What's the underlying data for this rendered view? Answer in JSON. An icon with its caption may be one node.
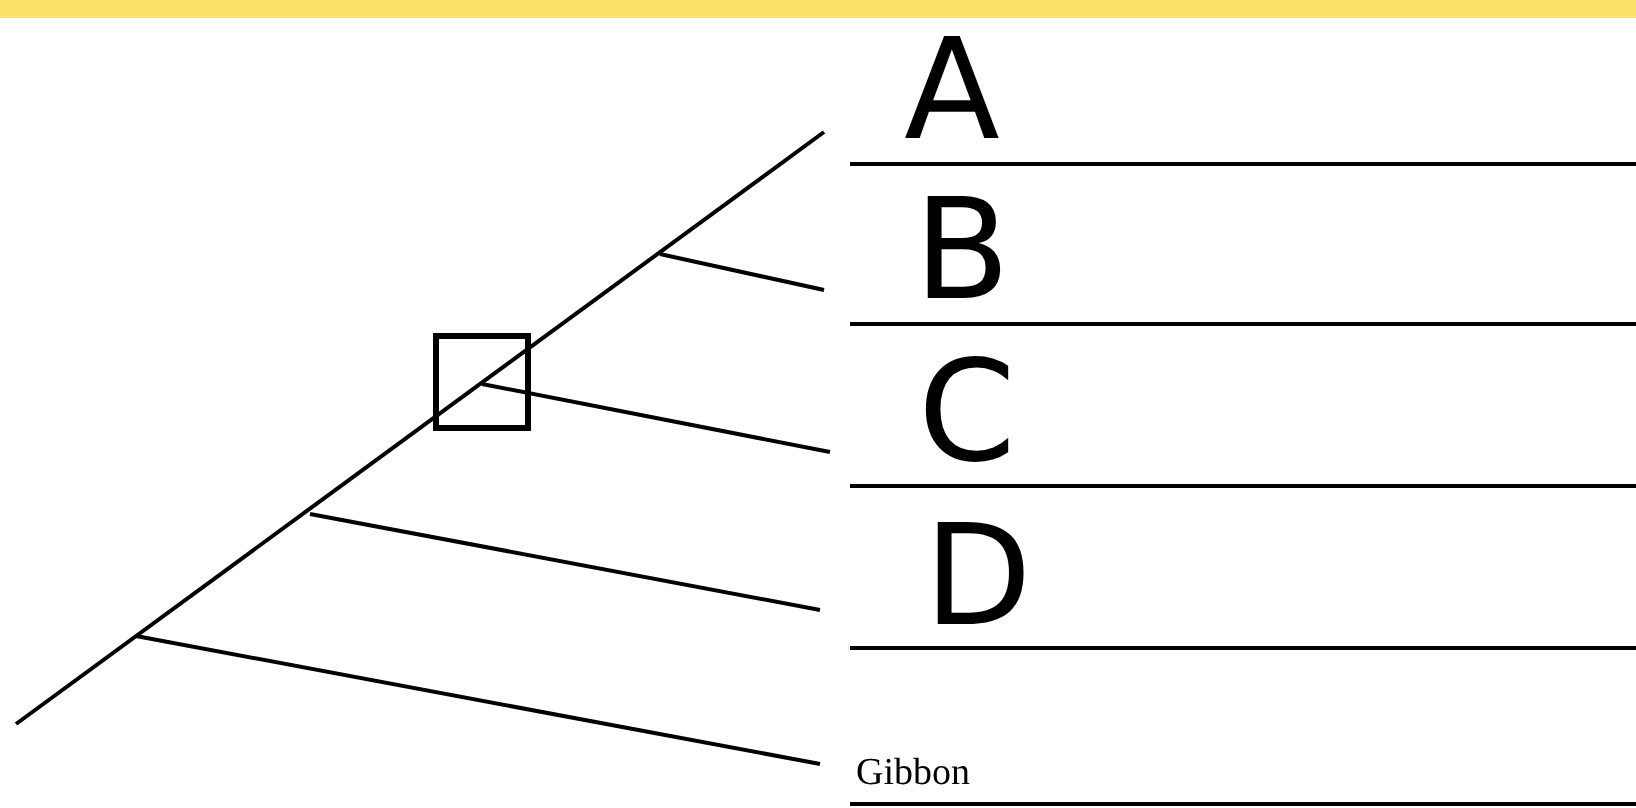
{
  "diagram": {
    "labels": [
      "A",
      "B",
      "C",
      "D",
      "Gibbon"
    ]
  }
}
